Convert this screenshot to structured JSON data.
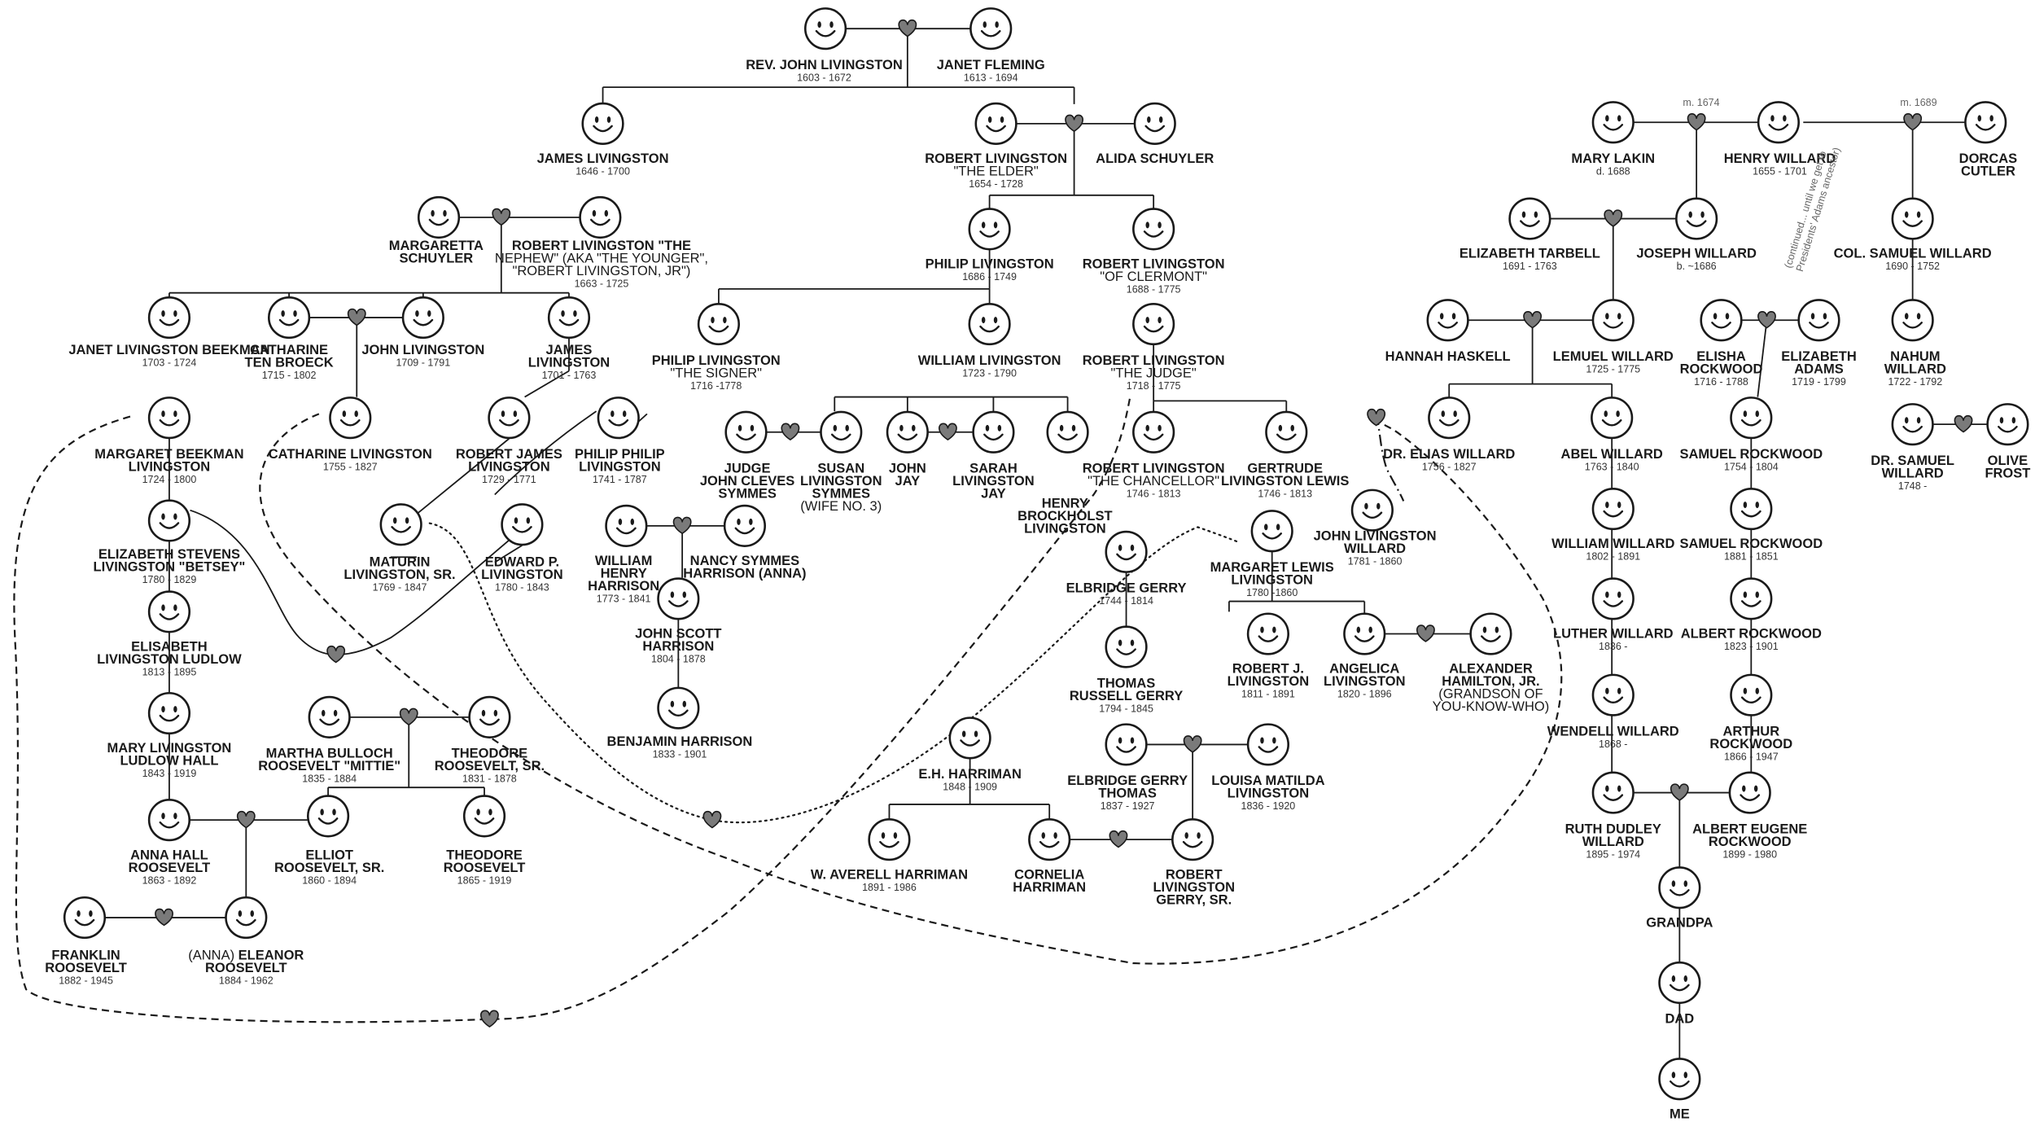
{
  "notes": {
    "m1674": "m. 1674",
    "m1689": "m. 1689",
    "continued": [
      "(continued... until we get to",
      "Presidents' Adams ancestor)"
    ]
  },
  "people": [
    {
      "id": "rev_john",
      "lines": [
        {
          "t": "REV. JOHN LIVINGSTON",
          "b": true
        }
      ],
      "dates": "1603 - 1672"
    },
    {
      "id": "janet_fleming",
      "lines": [
        {
          "t": "JANET FLEMING",
          "b": true
        }
      ],
      "dates": "1613 - 1694"
    },
    {
      "id": "james_liv",
      "lines": [
        {
          "t": "JAMES LIVINGSTON",
          "b": true
        }
      ],
      "dates": "1646 - 1700"
    },
    {
      "id": "robert_elder",
      "lines": [
        {
          "t": "ROBERT LIVINGSTON",
          "b": true
        },
        {
          "t": "\"THE ELDER\"",
          "b": false
        }
      ],
      "dates": "1654 - 1728"
    },
    {
      "id": "alida",
      "lines": [
        {
          "t": "ALIDA SCHUYLER",
          "b": true
        }
      ],
      "dates": ""
    },
    {
      "id": "margaretta",
      "lines": [
        {
          "t": "MARGARETTA",
          "b": true
        },
        {
          "t": "SCHUYLER",
          "b": true
        }
      ],
      "dates": ""
    },
    {
      "id": "robert_nephew",
      "lines": [
        {
          "t": "ROBERT LIVINGSTON \"THE",
          "b": true
        },
        {
          "t": "NEPHEW\" (AKA \"THE YOUNGER\",",
          "b": false
        },
        {
          "t": "\"ROBERT LIVINGSTON, JR\")",
          "b": false
        }
      ],
      "dates": "1663 - 1725"
    },
    {
      "id": "philip_1686",
      "lines": [
        {
          "t": "PHILIP LIVINGSTON",
          "b": true
        }
      ],
      "dates": "1686 - 1749"
    },
    {
      "id": "robert_clermont",
      "lines": [
        {
          "t": "ROBERT LIVINGSTON",
          "b": true
        },
        {
          "t": "\"OF CLERMONT\"",
          "b": false
        }
      ],
      "dates": "1688 - 1775"
    },
    {
      "id": "janet_beekman",
      "lines": [
        {
          "t": "JANET LIVINGSTON BEEKMAN",
          "b": true
        }
      ],
      "dates": "1703 - 1724"
    },
    {
      "id": "catharine_tb",
      "lines": [
        {
          "t": "CATHARINE",
          "b": true
        },
        {
          "t": "TEN BROECK",
          "b": true
        }
      ],
      "dates": "1715 - 1802"
    },
    {
      "id": "john_1709",
      "lines": [
        {
          "t": "JOHN LIVINGSTON",
          "b": true
        }
      ],
      "dates": "1709 - 1791"
    },
    {
      "id": "james_1701",
      "lines": [
        {
          "t": "JAMES",
          "b": true
        },
        {
          "t": "LIVINGSTON",
          "b": true
        }
      ],
      "dates": "1701 - 1763"
    },
    {
      "id": "philip_signer",
      "lines": [
        {
          "t": "PHILIP LIVINGSTON",
          "b": true
        },
        {
          "t": "\"THE SIGNER\"",
          "b": false
        }
      ],
      "dates": "1716 -1778"
    },
    {
      "id": "william_liv",
      "lines": [
        {
          "t": "WILLIAM LIVINGSTON",
          "b": true
        }
      ],
      "dates": "1723 - 1790"
    },
    {
      "id": "robert_judge",
      "lines": [
        {
          "t": "ROBERT LIVINGSTON",
          "b": true
        },
        {
          "t": "\"THE JUDGE\"",
          "b": false
        }
      ],
      "dates": "1718 - 1775"
    },
    {
      "id": "margaret_beekman",
      "lines": [
        {
          "t": "MARGARET BEEKMAN",
          "b": true
        },
        {
          "t": "LIVINGSTON",
          "b": true
        }
      ],
      "dates": "1724 - 1800"
    },
    {
      "id": "catharine_1755",
      "lines": [
        {
          "t": "CATHARINE LIVINGSTON",
          "b": true
        }
      ],
      "dates": "1755 - 1827"
    },
    {
      "id": "robert_james",
      "lines": [
        {
          "t": "ROBERT JAMES",
          "b": true
        },
        {
          "t": "LIVINGSTON",
          "b": true
        }
      ],
      "dates": "1729 - 1771"
    },
    {
      "id": "philip_philip",
      "lines": [
        {
          "t": "PHILIP PHILIP",
          "b": true
        },
        {
          "t": "LIVINGSTON",
          "b": true
        }
      ],
      "dates": "1741 - 1787"
    },
    {
      "id": "judge_symmes",
      "lines": [
        {
          "t": "JUDGE",
          "b": true
        },
        {
          "t": "JOHN CLEVES",
          "b": true
        },
        {
          "t": "SYMMES",
          "b": true
        }
      ],
      "dates": ""
    },
    {
      "id": "susan_symmes",
      "lines": [
        {
          "t": "SUSAN",
          "b": true
        },
        {
          "t": "LIVINGSTON",
          "b": true
        },
        {
          "t": "SYMMES",
          "b": true
        },
        {
          "t": "(WIFE NO. 3)",
          "b": false
        }
      ],
      "dates": ""
    },
    {
      "id": "john_jay",
      "lines": [
        {
          "t": "JOHN",
          "b": true
        },
        {
          "t": "JAY",
          "b": true
        }
      ],
      "dates": ""
    },
    {
      "id": "sarah_jay",
      "lines": [
        {
          "t": "SARAH",
          "b": true
        },
        {
          "t": "LIVINGSTON",
          "b": true
        },
        {
          "t": "JAY",
          "b": true
        }
      ],
      "dates": ""
    },
    {
      "id": "henry_brockholst",
      "lines": [
        {
          "t": "HENRY",
          "b": true
        },
        {
          "t": "BROCKHOLST",
          "b": true
        },
        {
          "t": "LIVINGSTON",
          "b": true
        }
      ],
      "dates": ""
    },
    {
      "id": "robert_chancellor",
      "lines": [
        {
          "t": "ROBERT LIVINGSTON",
          "b": true
        },
        {
          "t": "\"THE CHANCELLOR\"",
          "b": false
        }
      ],
      "dates": "1746 - 1813"
    },
    {
      "id": "gertrude",
      "lines": [
        {
          "t": "GERTRUDE",
          "b": true
        },
        {
          "t": "LIVINGSTON LEWIS",
          "b": true
        }
      ],
      "dates": "1746 - 1813"
    },
    {
      "id": "elizabeth_betsey",
      "lines": [
        {
          "t": "ELIZABETH STEVENS",
          "b": true
        },
        {
          "t": "LIVINGSTON \"BETSEY\"",
          "b": true
        }
      ],
      "dates": "1780 - 1829"
    },
    {
      "id": "maturin",
      "lines": [
        {
          "t": "MATURIN",
          "b": true
        },
        {
          "t": "LIVINGSTON, SR.",
          "b": true
        }
      ],
      "dates": "1769 - 1847"
    },
    {
      "id": "edward_p",
      "lines": [
        {
          "t": "EDWARD P.",
          "b": true
        },
        {
          "t": "LIVINGSTON",
          "b": true
        }
      ],
      "dates": "1780 - 1843"
    },
    {
      "id": "whh",
      "lines": [
        {
          "t": "WILLIAM",
          "b": true
        },
        {
          "t": "HENRY",
          "b": true
        },
        {
          "t": "HARRISON",
          "b": true
        }
      ],
      "dates": "1773 - 1841"
    },
    {
      "id": "nancy_symmes",
      "lines": [
        {
          "t": "NANCY SYMMES",
          "b": true
        },
        {
          "t": "HARRISON (ANNA)",
          "b": true
        }
      ],
      "dates": ""
    },
    {
      "id": "margaret_lewis",
      "lines": [
        {
          "t": "MARGARET LEWIS",
          "b": true
        },
        {
          "t": "LIVINGSTON",
          "b": true
        }
      ],
      "dates": "1780 -1860"
    },
    {
      "id": "elbridge_gerry",
      "lines": [
        {
          "t": "ELBRIDGE GERRY",
          "b": true
        }
      ],
      "dates": "1744 - 1814"
    },
    {
      "id": "elisabeth_ludlow",
      "lines": [
        {
          "t": "ELISABETH",
          "b": true
        },
        {
          "t": "LIVINGSTON LUDLOW",
          "b": true
        }
      ],
      "dates": "1813 - 1895"
    },
    {
      "id": "john_scott",
      "lines": [
        {
          "t": "JOHN SCOTT",
          "b": true
        },
        {
          "t": "HARRISON",
          "b": true
        }
      ],
      "dates": "1804 - 1878"
    },
    {
      "id": "robert_j",
      "lines": [
        {
          "t": "ROBERT J.",
          "b": true
        },
        {
          "t": "LIVINGSTON",
          "b": true
        }
      ],
      "dates": "1811 - 1891"
    },
    {
      "id": "angelica",
      "lines": [
        {
          "t": "ANGELICA",
          "b": true
        },
        {
          "t": "LIVINGSTON",
          "b": true
        }
      ],
      "dates": "1820 - 1896"
    },
    {
      "id": "alexander_ham",
      "lines": [
        {
          "t": "ALEXANDER",
          "b": true
        },
        {
          "t": "HAMILTON, JR.",
          "b": true
        },
        {
          "t": "(GRANDSON OF",
          "b": false
        },
        {
          "t": "YOU-KNOW-WHO)",
          "b": false
        }
      ],
      "dates": ""
    },
    {
      "id": "thomas_gerry",
      "lines": [
        {
          "t": "THOMAS",
          "b": true
        },
        {
          "t": "RUSSELL GERRY",
          "b": true
        }
      ],
      "dates": "1794 - 1845"
    },
    {
      "id": "mary_ludlow_hall",
      "lines": [
        {
          "t": "MARY LIVINGSTON",
          "b": true
        },
        {
          "t": "LUDLOW HALL",
          "b": true
        }
      ],
      "dates": "1843 - 1919"
    },
    {
      "id": "martha_bulloch",
      "lines": [
        {
          "t": "MARTHA BULLOCH",
          "b": true
        },
        {
          "t": "ROOSEVELT \"MITTIE\"",
          "b": true
        }
      ],
      "dates": "1835 - 1884"
    },
    {
      "id": "theodore_sr",
      "lines": [
        {
          "t": "THEODORE",
          "b": true
        },
        {
          "t": "ROOSEVELT, SR.",
          "b": true
        }
      ],
      "dates": "1831 - 1878"
    },
    {
      "id": "benjamin_harrison",
      "lines": [
        {
          "t": "BENJAMIN HARRISON",
          "b": true
        }
      ],
      "dates": "1833 - 1901"
    },
    {
      "id": "eh_harriman",
      "lines": [
        {
          "t": "E.H. HARRIMAN",
          "b": true
        }
      ],
      "dates": "1848 - 1909"
    },
    {
      "id": "elbridge_thomas",
      "lines": [
        {
          "t": "ELBRIDGE GERRY",
          "b": true
        },
        {
          "t": "THOMAS",
          "b": true
        }
      ],
      "dates": "1837 - 1927"
    },
    {
      "id": "louisa_matilda",
      "lines": [
        {
          "t": "LOUISA MATILDA",
          "b": true
        },
        {
          "t": "LIVINGSTON",
          "b": true
        }
      ],
      "dates": "1836 - 1920"
    },
    {
      "id": "anna_hall",
      "lines": [
        {
          "t": "ANNA HALL",
          "b": true
        },
        {
          "t": "ROOSEVELT",
          "b": true
        }
      ],
      "dates": "1863 - 1892"
    },
    {
      "id": "elliot",
      "lines": [
        {
          "t": "ELLIOT",
          "b": true
        },
        {
          "t": "ROOSEVELT, SR.",
          "b": true
        }
      ],
      "dates": "1860 - 1894"
    },
    {
      "id": "theodore",
      "lines": [
        {
          "t": "THEODORE",
          "b": true
        },
        {
          "t": "ROOSEVELT",
          "b": true
        }
      ],
      "dates": "1865 - 1919"
    },
    {
      "id": "averell",
      "lines": [
        {
          "t": "W. AVERELL HARRIMAN",
          "b": true
        }
      ],
      "dates": "1891 - 1986"
    },
    {
      "id": "cornelia",
      "lines": [
        {
          "t": "CORNELIA",
          "b": true
        },
        {
          "t": "HARRIMAN",
          "b": true
        }
      ],
      "dates": ""
    },
    {
      "id": "rl_gerry",
      "lines": [
        {
          "t": "ROBERT",
          "b": true
        },
        {
          "t": "LIVINGSTON",
          "b": true
        },
        {
          "t": "GERRY, SR.",
          "b": true
        }
      ],
      "dates": ""
    },
    {
      "id": "fdr",
      "lines": [
        {
          "t": "FRANKLIN",
          "b": true
        },
        {
          "t": "ROOSEVELT",
          "b": true
        }
      ],
      "dates": "1882 - 1945"
    },
    {
      "id": "eleanor",
      "lines": [
        {
          "t": "(ANNA) ",
          "b": false,
          "inline": "ELEANOR"
        },
        {
          "t": "ROOSEVELT",
          "b": true
        }
      ],
      "dates": "1884 - 1962"
    },
    {
      "id": "mary_lakin",
      "lines": [
        {
          "t": "MARY LAKIN",
          "b": true
        }
      ],
      "dates": "d. 1688"
    },
    {
      "id": "henry_willard",
      "lines": [
        {
          "t": "HENRY WILLARD",
          "b": true
        }
      ],
      "dates": "1655 - 1701"
    },
    {
      "id": "dorcas",
      "lines": [
        {
          "t": "DORCAS",
          "b": true
        },
        {
          "t": "CUTLER",
          "b": true
        }
      ],
      "dates": ""
    },
    {
      "id": "eliz_tarbell",
      "lines": [
        {
          "t": "ELIZABETH TARBELL",
          "b": true
        }
      ],
      "dates": "1691 - 1763"
    },
    {
      "id": "joseph_willard",
      "lines": [
        {
          "t": "JOSEPH WILLARD",
          "b": true
        }
      ],
      "dates": "b. ~1686"
    },
    {
      "id": "col_samuel",
      "lines": [
        {
          "t": "COL. SAMUEL WILLARD",
          "b": true
        }
      ],
      "dates": "1690 - 1752"
    },
    {
      "id": "hannah",
      "lines": [
        {
          "t": "HANNAH HASKELL",
          "b": true
        }
      ],
      "dates": ""
    },
    {
      "id": "lemuel",
      "lines": [
        {
          "t": "LEMUEL WILLARD",
          "b": true
        }
      ],
      "dates": "1725 - 1775"
    },
    {
      "id": "elisha",
      "lines": [
        {
          "t": "ELISHA",
          "b": true
        },
        {
          "t": "ROCKWOOD",
          "b": true
        }
      ],
      "dates": "1716 - 1788"
    },
    {
      "id": "eliz_adams",
      "lines": [
        {
          "t": "ELIZABETH",
          "b": true
        },
        {
          "t": "ADAMS",
          "b": true
        }
      ],
      "dates": "1719 - 1799"
    },
    {
      "id": "nahum",
      "lines": [
        {
          "t": "NAHUM",
          "b": true
        },
        {
          "t": "WILLARD",
          "b": true
        }
      ],
      "dates": "1722 - 1792"
    },
    {
      "id": "dr_elias",
      "lines": [
        {
          "t": "DR. ELIAS WILLARD",
          "b": true
        }
      ],
      "dates": "1756 - 1827"
    },
    {
      "id": "abel",
      "lines": [
        {
          "t": "ABEL WILLARD",
          "b": true
        }
      ],
      "dates": "1763 - 1840"
    },
    {
      "id": "samuel_1754",
      "lines": [
        {
          "t": "SAMUEL ROCKWOOD",
          "b": true
        }
      ],
      "dates": "1754 - 1804"
    },
    {
      "id": "dr_samuel",
      "lines": [
        {
          "t": "DR. SAMUEL",
          "b": true
        },
        {
          "t": "WILLARD",
          "b": true
        }
      ],
      "dates": "1748 -"
    },
    {
      "id": "olive",
      "lines": [
        {
          "t": "OLIVE",
          "b": true
        },
        {
          "t": "FROST",
          "b": true
        }
      ],
      "dates": ""
    },
    {
      "id": "john_lw",
      "lines": [
        {
          "t": "JOHN LIVINGSTON",
          "b": true
        },
        {
          "t": "WILLARD",
          "b": true
        }
      ],
      "dates": "1781 - 1860"
    },
    {
      "id": "william_willard",
      "lines": [
        {
          "t": "WILLIAM WILLARD",
          "b": true
        }
      ],
      "dates": "1802 - 1891"
    },
    {
      "id": "samuel_1881",
      "lines": [
        {
          "t": "SAMUEL ROCKWOOD",
          "b": true
        }
      ],
      "dates": "1881 - 1851"
    },
    {
      "id": "luther",
      "lines": [
        {
          "t": "LUTHER WILLARD",
          "b": true
        }
      ],
      "dates": "1836 -"
    },
    {
      "id": "albert_r",
      "lines": [
        {
          "t": "ALBERT ROCKWOOD",
          "b": true
        }
      ],
      "dates": "1823 - 1901"
    },
    {
      "id": "wendell",
      "lines": [
        {
          "t": "WENDELL WILLARD",
          "b": true
        }
      ],
      "dates": "1868 -"
    },
    {
      "id": "arthur",
      "lines": [
        {
          "t": "ARTHUR",
          "b": true
        },
        {
          "t": "ROCKWOOD",
          "b": true
        }
      ],
      "dates": "1866 - 1947"
    },
    {
      "id": "ruth",
      "lines": [
        {
          "t": "RUTH DUDLEY",
          "b": true
        },
        {
          "t": "WILLARD",
          "b": true
        }
      ],
      "dates": "1895 - 1974"
    },
    {
      "id": "albert_eugene",
      "lines": [
        {
          "t": "ALBERT EUGENE",
          "b": true
        },
        {
          "t": "ROCKWOOD",
          "b": true
        }
      ],
      "dates": "1899 - 1980"
    },
    {
      "id": "grandpa",
      "lines": [
        {
          "t": "GRANDPA",
          "b": true
        }
      ],
      "dates": ""
    },
    {
      "id": "dad",
      "lines": [
        {
          "t": "DAD",
          "b": true
        }
      ],
      "dates": ""
    },
    {
      "id": "me",
      "lines": [
        {
          "t": "ME",
          "b": true
        }
      ],
      "dates": ""
    }
  ]
}
